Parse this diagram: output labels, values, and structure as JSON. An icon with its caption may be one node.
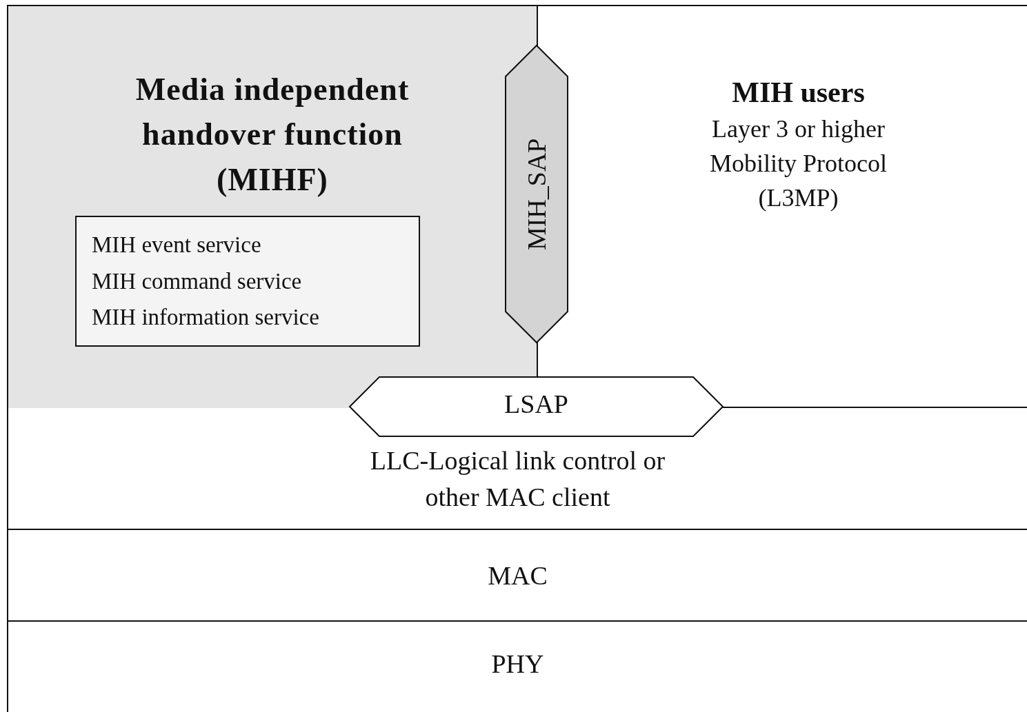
{
  "diagram": {
    "nodes": [
      {
        "text": [
          "Media independent handover function (MIHF)"
        ]
      },
      {
        "text": [
          "MIH event service",
          "MIH command service",
          "MIH information service"
        ],
        "in": 0
      },
      {
        "text": [
          "MIH users",
          "Layer 3 or higher Mobility Protocol (L3MP)"
        ]
      },
      {
        "text": [
          "MIH_SAP"
        ]
      },
      {
        "text": [
          "LSAP"
        ]
      },
      {
        "text": [
          "LLC-Logical link control or other MAC client"
        ]
      },
      {
        "text": [
          "MAC"
        ]
      },
      {
        "text": [
          "PHY"
        ]
      }
    ]
  }
}
